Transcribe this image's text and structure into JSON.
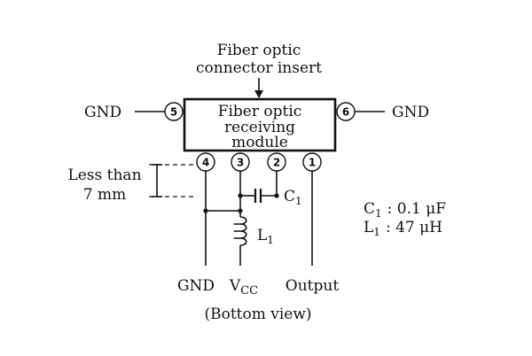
{
  "insert_label": {
    "line1": "Fiber optic",
    "line2": "connector insert"
  },
  "module_label": {
    "line1": "Fiber optic",
    "line2": "receiving",
    "line3": "module"
  },
  "left_gnd": "GND",
  "right_gnd": "GND",
  "pins": {
    "p1": "1",
    "p2": "2",
    "p3": "3",
    "p4": "4",
    "p5": "5",
    "p6": "6"
  },
  "dimension": {
    "line1": "Less than",
    "line2": "7 mm"
  },
  "capacitor_label": "C",
  "capacitor_sub": "1",
  "inductor_label": "L",
  "inductor_sub": "1",
  "values": {
    "c1_name": "C",
    "c1_sub": "1",
    "c1_value": ":  0.1 μF",
    "l1_name": "L",
    "l1_sub": "1",
    "l1_value": ":  47 μH"
  },
  "bottom_labels": {
    "gnd": "GND",
    "vcc_main": "V",
    "vcc_sub": "CC",
    "output": "Output"
  },
  "view_caption": "(Bottom view)"
}
